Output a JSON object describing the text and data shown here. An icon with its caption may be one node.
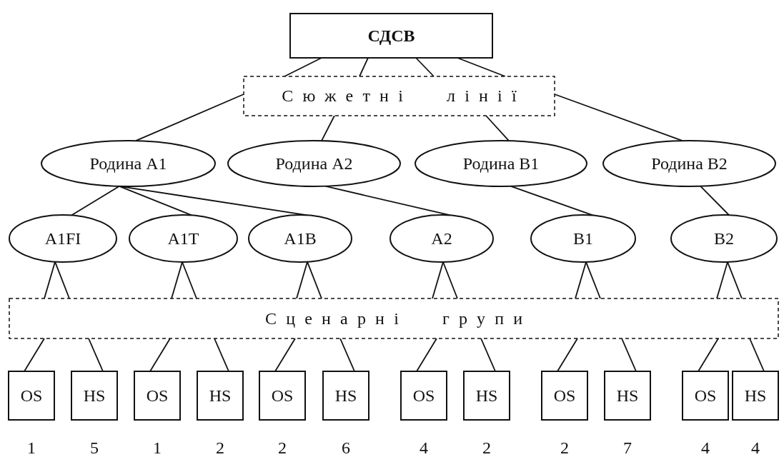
{
  "diagram": {
    "nodes": [
      {
        "text": [
          "СДСВ"
        ]
      },
      {
        "text": [
          "Сюжетні лінії"
        ]
      },
      {
        "text": [
          "Родина A1"
        ]
      },
      {
        "text": [
          "Родина A2"
        ]
      },
      {
        "text": [
          "Родина B1"
        ]
      },
      {
        "text": [
          "Родина B2"
        ]
      },
      {
        "text": [
          "A1FI"
        ]
      },
      {
        "text": [
          "A1T"
        ]
      },
      {
        "text": [
          "A1B"
        ]
      },
      {
        "text": [
          "A2"
        ]
      },
      {
        "text": [
          "B1"
        ]
      },
      {
        "text": [
          "B2"
        ]
      },
      {
        "text": [
          "Сценарні групи"
        ]
      },
      {
        "text": [
          "OS"
        ]
      },
      {
        "text": [
          "HS"
        ]
      },
      {
        "text": [
          "OS"
        ]
      },
      {
        "text": [
          "HS"
        ]
      },
      {
        "text": [
          "OS"
        ]
      },
      {
        "text": [
          "HS"
        ]
      },
      {
        "text": [
          "OS"
        ]
      },
      {
        "text": [
          "HS"
        ]
      },
      {
        "text": [
          "OS"
        ]
      },
      {
        "text": [
          "HS"
        ]
      },
      {
        "text": [
          "OS"
        ]
      },
      {
        "text": [
          "HS"
        ]
      }
    ],
    "edges": [
      {
        "from": 0,
        "to": 1,
        "arrow": "none"
      },
      {
        "from": 0,
        "to": 1,
        "arrow": "none"
      },
      {
        "from": 0,
        "to": 1,
        "arrow": "none"
      },
      {
        "from": 0,
        "to": 1,
        "arrow": "none"
      },
      {
        "from": 1,
        "to": 2,
        "arrow": "none"
      },
      {
        "from": 1,
        "to": 3,
        "arrow": "none"
      },
      {
        "from": 1,
        "to": 4,
        "arrow": "none"
      },
      {
        "from": 1,
        "to": 5,
        "arrow": "none"
      },
      {
        "from": 2,
        "to": 6,
        "arrow": "none"
      },
      {
        "from": 2,
        "to": 7,
        "arrow": "none"
      },
      {
        "from": 2,
        "to": 8,
        "arrow": "none"
      },
      {
        "from": 3,
        "to": 9,
        "arrow": "none"
      },
      {
        "from": 4,
        "to": 10,
        "arrow": "none"
      },
      {
        "from": 5,
        "to": 11,
        "arrow": "none"
      },
      {
        "from": 6,
        "to": 12,
        "arrow": "none"
      },
      {
        "from": 6,
        "to": 12,
        "arrow": "none"
      },
      {
        "from": 7,
        "to": 12,
        "arrow": "none"
      },
      {
        "from": 7,
        "to": 12,
        "arrow": "none"
      },
      {
        "from": 8,
        "to": 12,
        "arrow": "none"
      },
      {
        "from": 8,
        "to": 12,
        "arrow": "none"
      },
      {
        "from": 9,
        "to": 12,
        "arrow": "none"
      },
      {
        "from": 9,
        "to": 12,
        "arrow": "none"
      },
      {
        "from": 10,
        "to": 12,
        "arrow": "none"
      },
      {
        "from": 10,
        "to": 12,
        "arrow": "none"
      },
      {
        "from": 11,
        "to": 12,
        "arrow": "none"
      },
      {
        "from": 11,
        "to": 12,
        "arrow": "none"
      },
      {
        "from": 12,
        "to": 13,
        "arrow": "none"
      },
      {
        "from": 12,
        "to": 14,
        "arrow": "none"
      },
      {
        "from": 12,
        "to": 15,
        "arrow": "none"
      },
      {
        "from": 12,
        "to": 16,
        "arrow": "none"
      },
      {
        "from": 12,
        "to": 17,
        "arrow": "none"
      },
      {
        "from": 12,
        "to": 18,
        "arrow": "none"
      },
      {
        "from": 12,
        "to": 19,
        "arrow": "none"
      },
      {
        "from": 12,
        "to": 20,
        "arrow": "none"
      },
      {
        "from": 12,
        "to": 21,
        "arrow": "none"
      },
      {
        "from": 12,
        "to": 22,
        "arrow": "none"
      },
      {
        "from": 12,
        "to": 23,
        "arrow": "none"
      },
      {
        "from": 12,
        "to": 24,
        "arrow": "none"
      }
    ],
    "labels": [
      "1",
      "5",
      "1",
      "2",
      "2",
      "6",
      "4",
      "2",
      "2",
      "7",
      "4",
      "4"
    ]
  }
}
